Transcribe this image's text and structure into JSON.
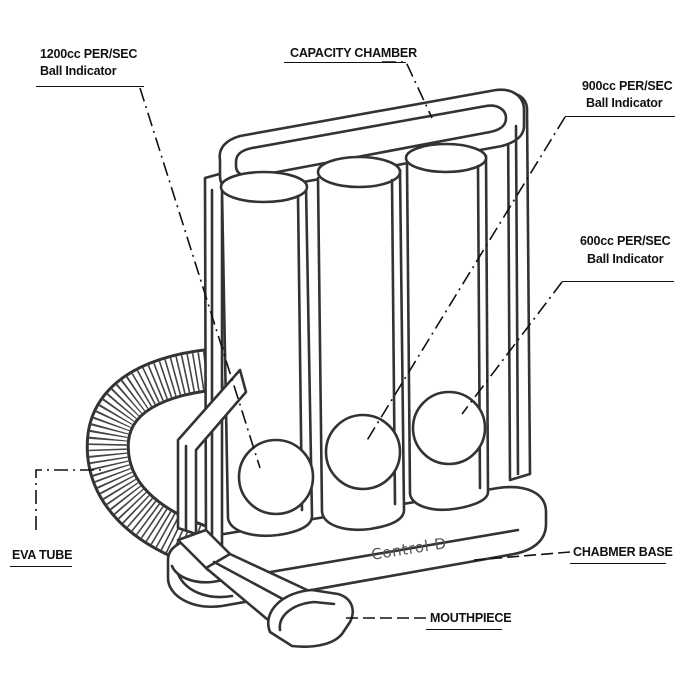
{
  "labels": {
    "ball_1200": {
      "line1": "1200cc PER/SEC",
      "line2": "Ball Indicator"
    },
    "capacity_chamber": "CAPACITY CHAMBER",
    "ball_900": {
      "line1": "900cc PER/SEC",
      "line2": "Ball Indicator"
    },
    "ball_600": {
      "line1": "600cc PER/SEC",
      "line2": "Ball Indicator"
    },
    "eva_tube": "EVA TUBE",
    "chamber_base": "CHABMER BASE",
    "mouthpiece": "MOUTHPIECE"
  },
  "device": {
    "brand": "Control D"
  },
  "colors": {
    "ink": "#111111",
    "outline": "#333333",
    "fill": "#ffffff",
    "brand_text": "#555555"
  }
}
